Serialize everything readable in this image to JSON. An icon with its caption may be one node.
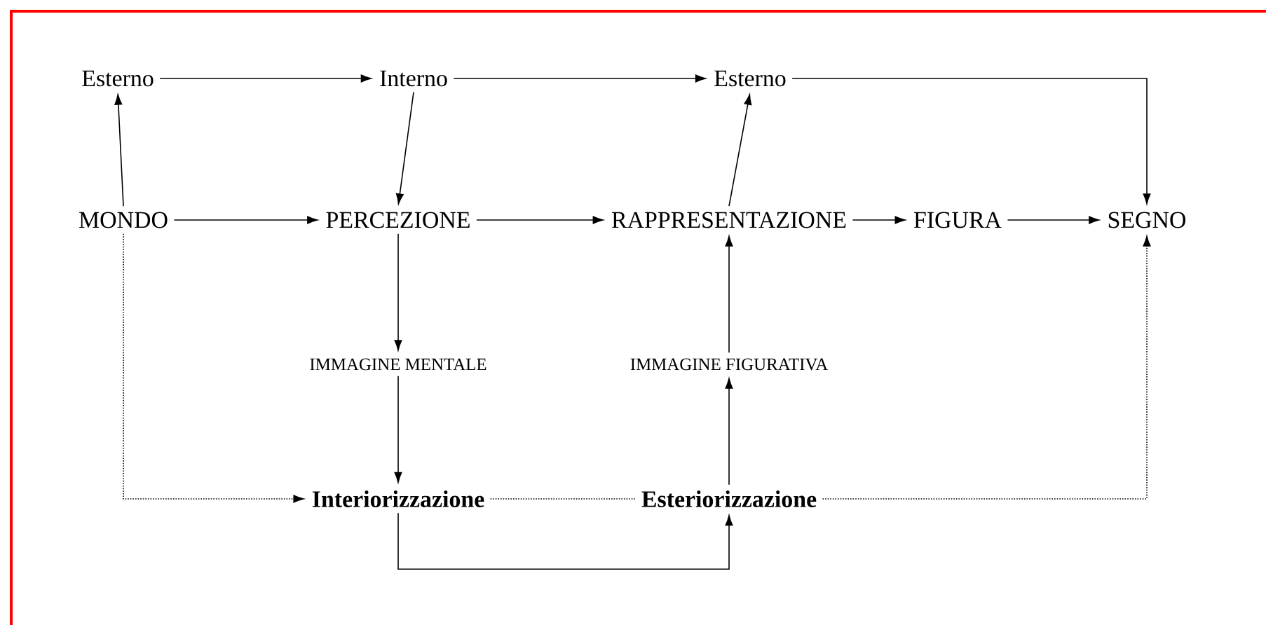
{
  "diagram": {
    "nodes": [
      {
        "text": [
          "Esterno"
        ]
      },
      {
        "text": [
          "Interno"
        ]
      },
      {
        "text": [
          "Esterno"
        ]
      },
      {
        "text": [
          "MONDO"
        ]
      },
      {
        "text": [
          "PERCEZIONE"
        ]
      },
      {
        "text": [
          "RAPPRESENTAZIONE"
        ]
      },
      {
        "text": [
          "FIGURA"
        ]
      },
      {
        "text": [
          "SEGNO"
        ]
      },
      {
        "text": [
          "IMMAGINE MENTALE"
        ]
      },
      {
        "text": [
          "IMMAGINE FIGURATIVA"
        ]
      },
      {
        "text": [
          "Interiorizzazione"
        ]
      },
      {
        "text": [
          "Esteriorizzazione"
        ]
      }
    ],
    "edges": [
      {
        "from": 0,
        "to": 1,
        "arrow": "to"
      },
      {
        "from": 1,
        "to": 2,
        "arrow": "to"
      },
      {
        "from": 2,
        "to": 7,
        "arrow": "to"
      },
      {
        "from": 3,
        "to": 0,
        "arrow": "to"
      },
      {
        "from": 1,
        "to": 4,
        "arrow": "to"
      },
      {
        "from": 3,
        "to": 4,
        "arrow": "to"
      },
      {
        "from": 4,
        "to": 5,
        "arrow": "to"
      },
      {
        "from": 5,
        "to": 2,
        "arrow": "to"
      },
      {
        "from": 5,
        "to": 6,
        "arrow": "to"
      },
      {
        "from": 6,
        "to": 7,
        "arrow": "to"
      },
      {
        "from": 4,
        "to": 8,
        "arrow": "to"
      },
      {
        "from": 8,
        "to": 10,
        "arrow": "to"
      },
      {
        "from": 9,
        "to": 5,
        "arrow": "to"
      },
      {
        "from": 11,
        "to": 9,
        "arrow": "to"
      },
      {
        "from": 10,
        "to": 11,
        "arrow": "to"
      },
      {
        "from": 3,
        "to": 10,
        "arrow": "to",
        "style": "dashed"
      },
      {
        "from": 10,
        "to": 11,
        "arrow": "none",
        "style": "dashed"
      },
      {
        "from": 11,
        "to": 7,
        "arrow": "to",
        "style": "dashed"
      }
    ]
  }
}
